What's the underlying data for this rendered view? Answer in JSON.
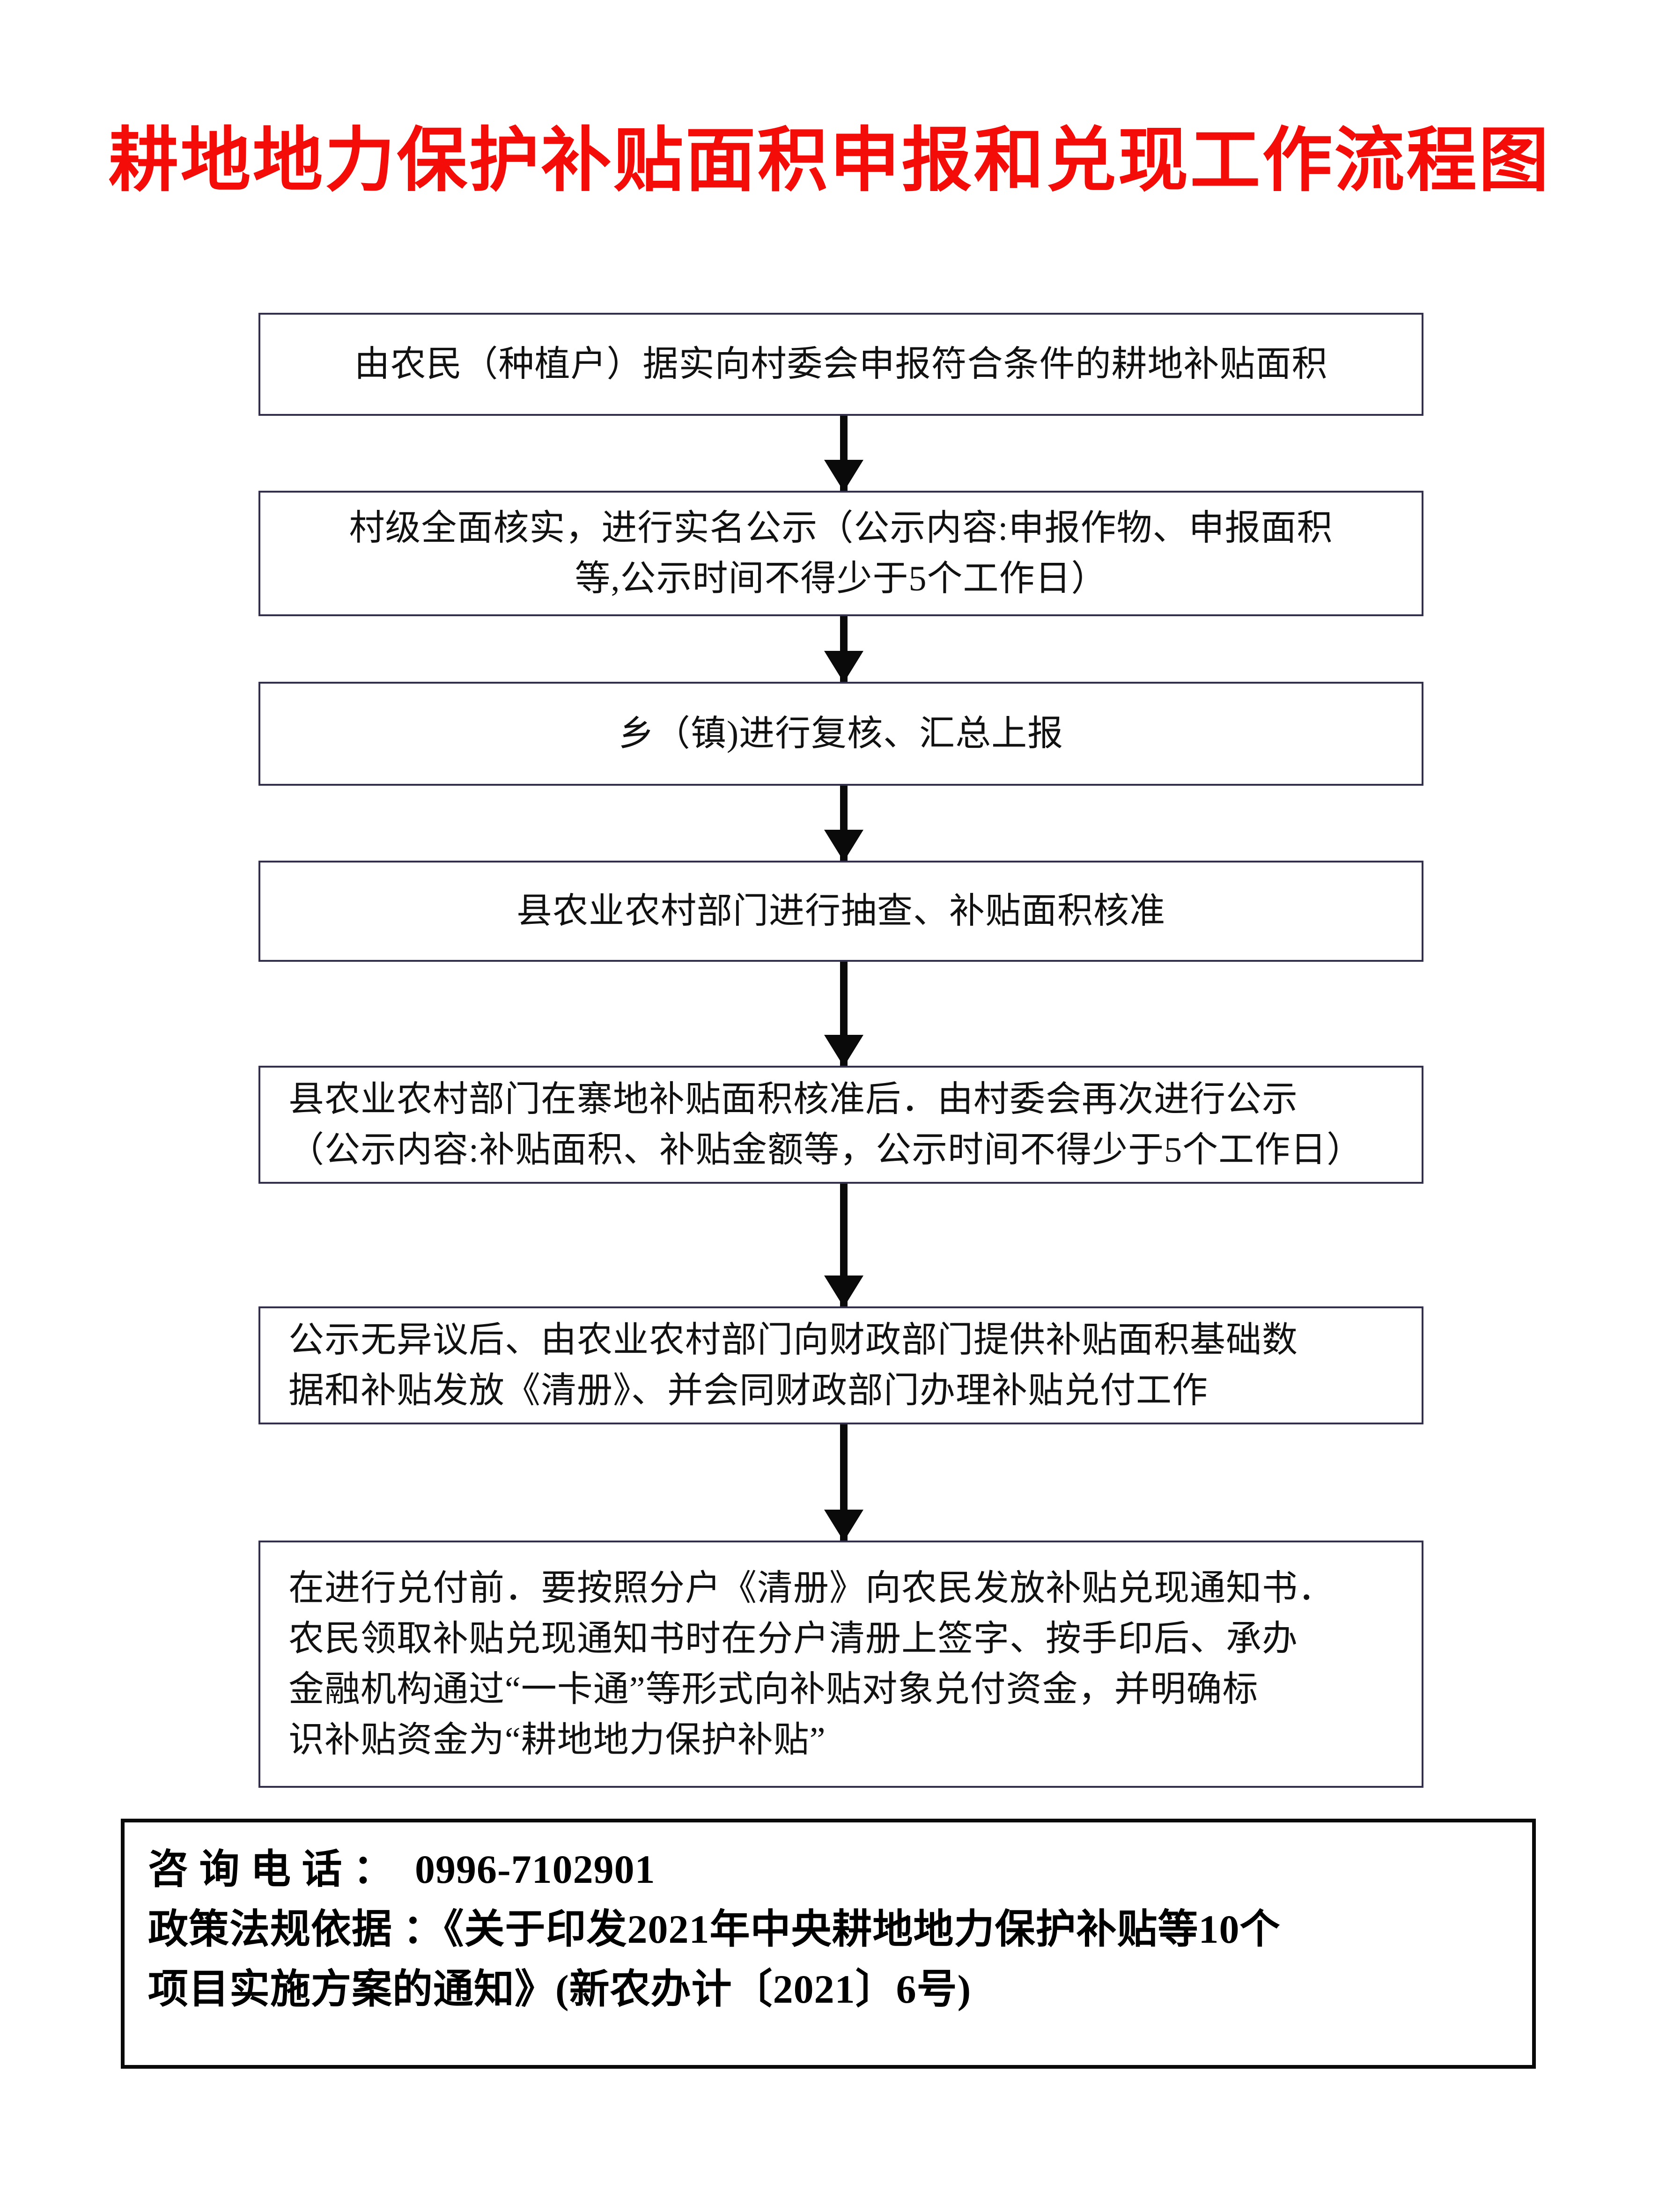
{
  "document": {
    "title": "耕地地力保护补贴面积申报和兑现工作流程图",
    "title_color": "#f40c08"
  },
  "flow": {
    "nodes": [
      {
        "id": "node-1",
        "align": "center",
        "lines": [
          "由农民（种植户）据实向村委会申报符合条件的耕地补贴面积"
        ]
      },
      {
        "id": "node-2",
        "align": "center",
        "lines": [
          "村级全面核实，进行实名公示（公示内容:申报作物、申报面积",
          "等,公示时间不得少于5个工作日）"
        ]
      },
      {
        "id": "node-3",
        "align": "center",
        "lines": [
          "乡（镇)进行复核、汇总上报"
        ]
      },
      {
        "id": "node-4",
        "align": "center",
        "lines": [
          "县农业农村部门进行抽查、补贴面积核准"
        ]
      },
      {
        "id": "node-5",
        "align": "left",
        "lines": [
          "县农业农村部门在寨地补贴面积核准后．由村委会再次进行公示",
          "（公示内容:补贴面积、补贴金额等，公示时间不得少于5个工作日）"
        ]
      },
      {
        "id": "node-6",
        "align": "left",
        "lines": [
          "公示无异议后、由农业农村部门向财政部门提供补贴面积基础数",
          "据和补贴发放《清册》、并会同财政部门办理补贴兑付工作"
        ]
      },
      {
        "id": "node-7",
        "align": "left",
        "lines": [
          "在进行兑付前．要按照分户《清册》向农民发放补贴兑现通知书．",
          "农民领取补贴兑现通知书时在分户清册上签字、按手印后、承办",
          "金融机构通过“一卡通”等形式向补贴对象兑付资金，并明确标",
          "识补贴资金为“耕地地力保护补贴”"
        ]
      }
    ],
    "arrow_count": 6,
    "arrow_direction": "down"
  },
  "footer": {
    "lines": [
      "咨 询 电 话 ：  0996-7102901",
      "政策法规依据 ：《关于印发2021年中央耕地地力保护补贴等10个",
      "项目实施方案的通知》(新农办计〔2021〕6号)"
    ],
    "phone": "0996-7102901",
    "policy_year": "2021",
    "policy_doc_number": "新农办计〔2021〕6号",
    "project_count": "10"
  }
}
